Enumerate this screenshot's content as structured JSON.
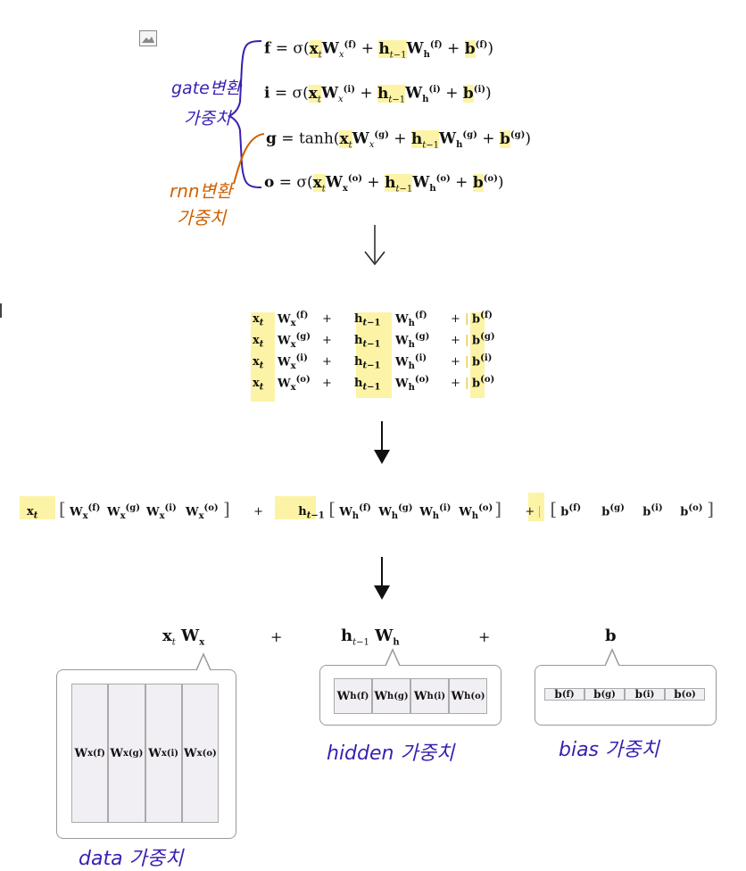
{
  "top_equations": {
    "gate_f": "f = σ(xtWx(f) + ht−1Wh(f) + b(f))",
    "gate_i": "i = σ(xtWx(i) + ht−1Wh(i) + b(i))",
    "gate_g": "g = tanh(xtWx(g) + ht−1Wh(g) + b(g))",
    "gate_o": "o = σ(xtWx(o) + ht−1Wh(o) + b(o))"
  },
  "annotations": {
    "gate_weights_line1": "gate변환",
    "gate_weights_line2": "가중치",
    "rnn_weights_line1": "rnn변환",
    "rnn_weights_line2": "가중치",
    "hidden_weights": "hidden 가중치",
    "bias_weights": "bias 가중치",
    "data_weights": "data 가중치"
  },
  "stage2_rows": [
    {
      "x": "xt",
      "wx": "Wx(f)",
      "h": "ht−1",
      "wh": "Wh(f)",
      "b": "b(f)"
    },
    {
      "x": "xt",
      "wx": "Wx(g)",
      "h": "ht−1",
      "wh": "Wh(g)",
      "b": "b(g)"
    },
    {
      "x": "xt",
      "wx": "Wx(i)",
      "h": "ht−1",
      "wh": "Wh(i)",
      "b": "b(i)"
    },
    {
      "x": "xt",
      "wx": "Wx(o)",
      "h": "ht−1",
      "wh": "Wh(o)",
      "b": "b(o)"
    }
  ],
  "stage3": {
    "x": "xt",
    "wx": [
      "Wx(f)",
      "Wx(g)",
      "Wx(i)",
      "Wx(o)"
    ],
    "h": "ht−1",
    "wh": [
      "Wh(f)",
      "Wh(g)",
      "Wh(i)",
      "Wh(o)"
    ],
    "b": [
      "b(f)",
      "b(g)",
      "b(i)",
      "b(o)"
    ],
    "plus": "+"
  },
  "stage4": {
    "x_label": "xt Wx",
    "h_label": "ht−1 Wh",
    "b_label": "b",
    "plus": "+",
    "wx_cells": [
      "Wx(f)",
      "Wx(g)",
      "Wx(i)",
      "Wx(o)"
    ],
    "wh_cells": [
      "Wh(f)",
      "Wh(g)",
      "Wh(i)",
      "Wh(o)"
    ],
    "b_cells": [
      "b(f)",
      "b(g)",
      "b(i)",
      "b(o)"
    ]
  }
}
